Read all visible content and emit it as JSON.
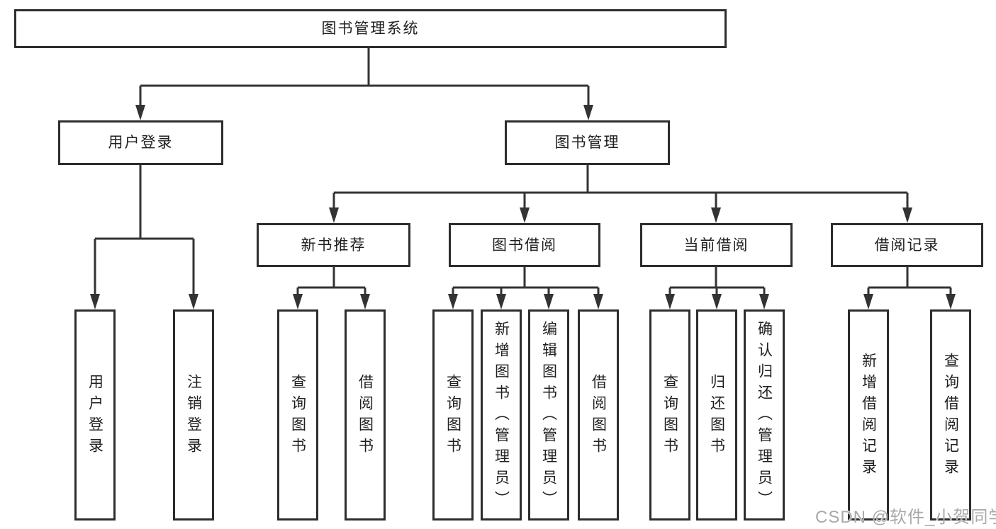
{
  "tree": {
    "root": {
      "label": "图书管理系统"
    },
    "branches": [
      {
        "label": "用户登录",
        "children": [
          {
            "label": "用户登录"
          },
          {
            "label": "注销登录"
          }
        ]
      },
      {
        "label": "图书管理",
        "children": [
          {
            "label": "新书推荐",
            "children": [
              {
                "label": "查询图书"
              },
              {
                "label": "借阅图书"
              }
            ]
          },
          {
            "label": "图书借阅",
            "children": [
              {
                "label": "查询图书"
              },
              {
                "label": "新增图书（管理员）"
              },
              {
                "label": "编辑图书（管理员）"
              },
              {
                "label": "借阅图书"
              }
            ]
          },
          {
            "label": "当前借阅",
            "children": [
              {
                "label": "查询图书"
              },
              {
                "label": "归还图书"
              },
              {
                "label": "确认归还（管理员）"
              }
            ]
          },
          {
            "label": "借阅记录",
            "children": [
              {
                "label": "新增借阅记录"
              },
              {
                "label": "查询借阅记录"
              }
            ]
          }
        ]
      }
    ]
  },
  "watermark": {
    "text": "CSDN @软件_小贺同学"
  },
  "colors": {
    "line": "#333333",
    "border": "#2d2d2d",
    "text": "#1f1f1f",
    "watermark": "#a9a9a9",
    "background": "#ffffff"
  }
}
